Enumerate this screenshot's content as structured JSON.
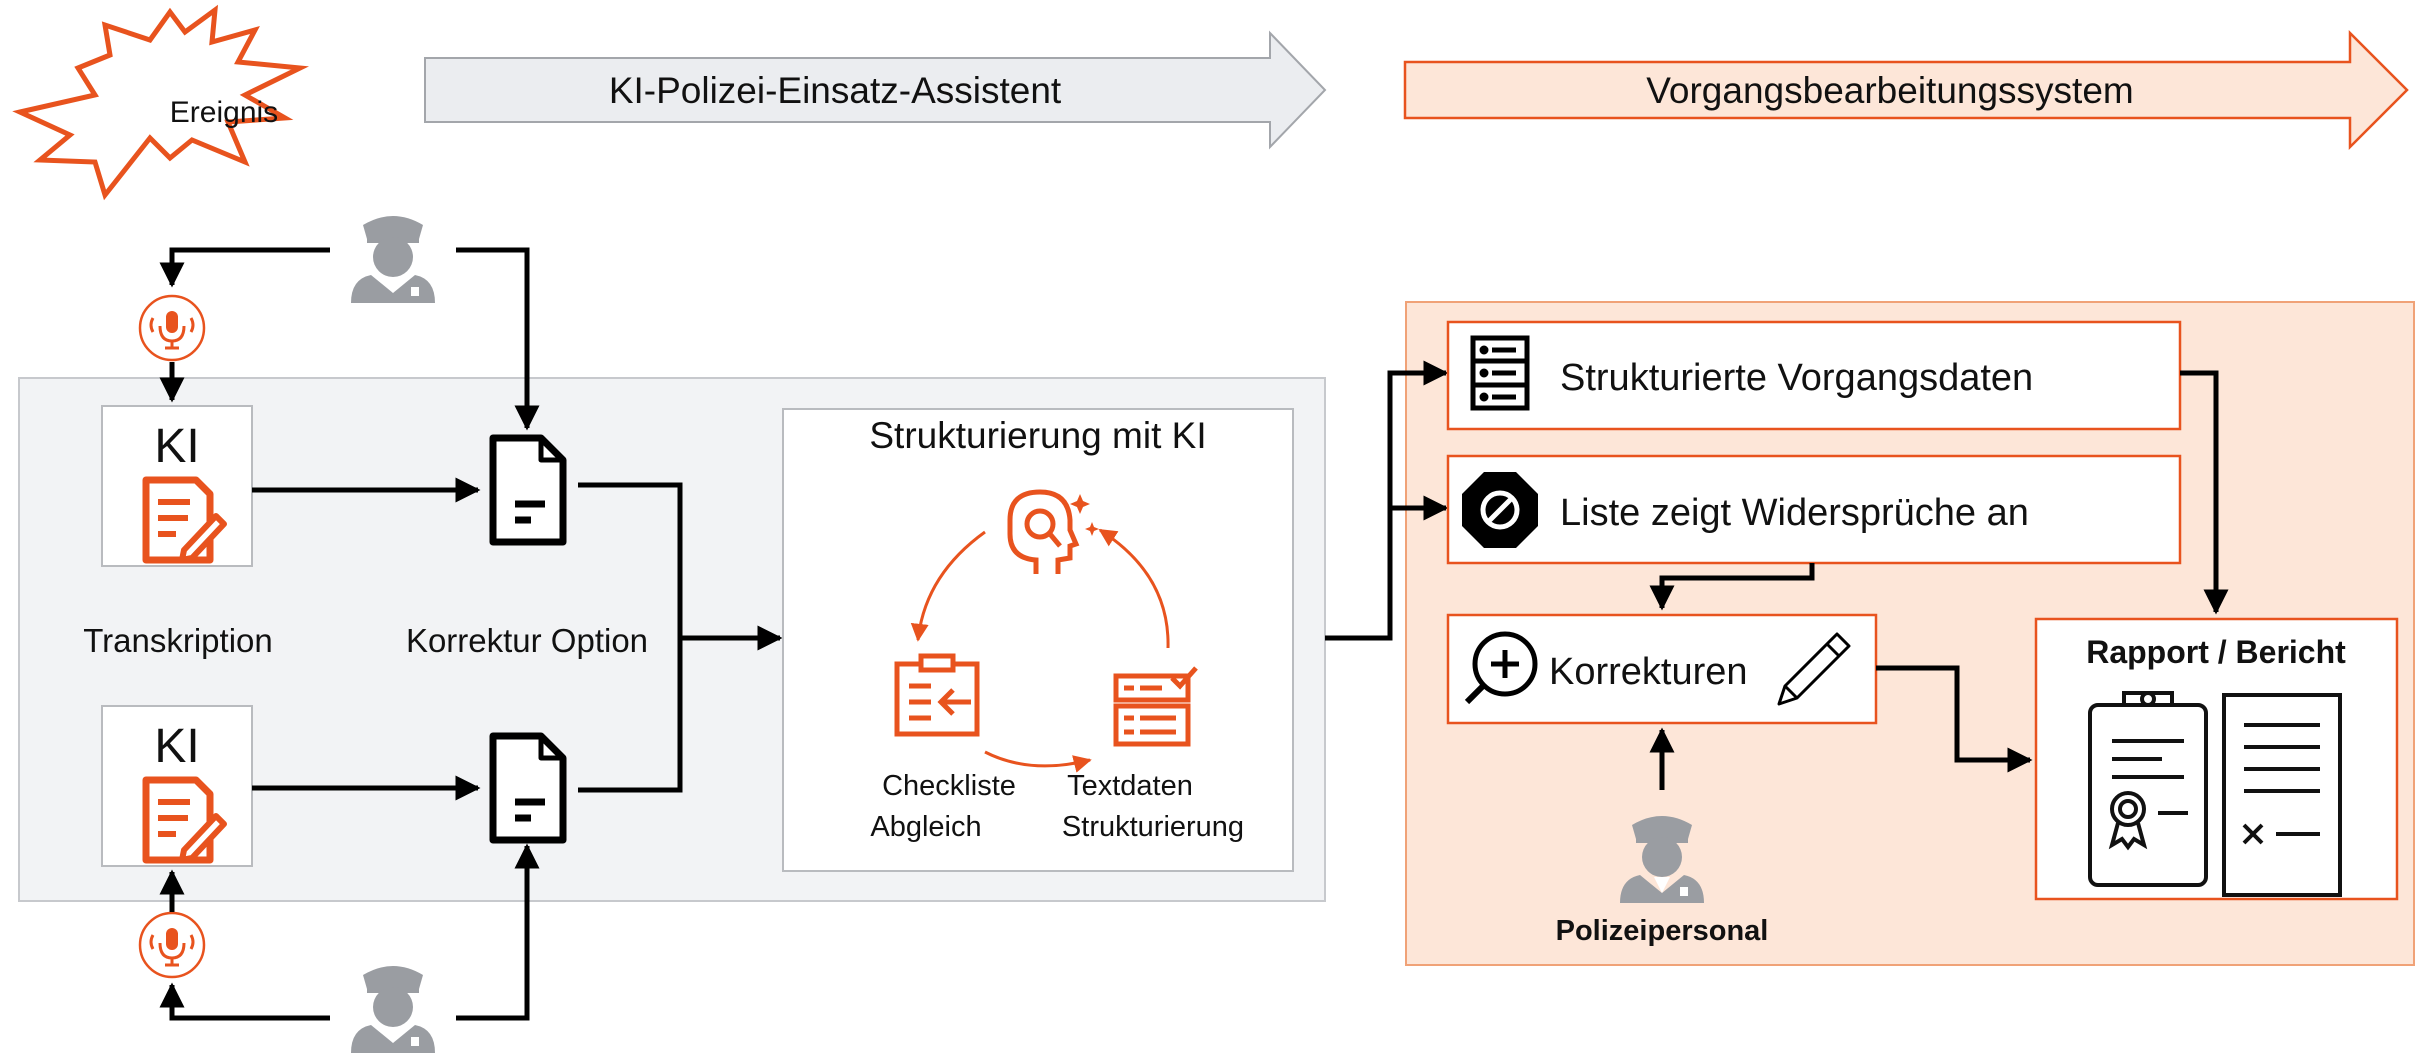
{
  "event": {
    "label": "Ereignis"
  },
  "phases": {
    "assistant": "KI-Polizei-Einsatz-Assistent",
    "system": "Vorgangsbearbeitungssystem"
  },
  "left": {
    "ki_top": "KI",
    "ki_bottom": "KI",
    "transcription": "Transkription",
    "correction_option": "Korrektur Option"
  },
  "structuring": {
    "title": "Strukturierung mit KI",
    "checklist_line1": "Checkliste",
    "checklist_line2": "Abgleich",
    "textdata_line1": "Textdaten",
    "textdata_line2": "Strukturierung"
  },
  "right": {
    "structured_data": "Strukturierte Vorgangsdaten",
    "contradictions": "Liste zeigt Widersprüche an",
    "corrections": "Korrekturen",
    "report_title": "Rapport / Bericht",
    "staff": "Polizeipersonal"
  },
  "colors": {
    "accent": "#e8531e",
    "accent_fill": "#fde6d8",
    "grey_panel": "#f2f3f5",
    "officer": "#9a9da2",
    "line": "#000000"
  },
  "icons": [
    "explosion-icon",
    "officer-icon",
    "microphone-icon",
    "document-edit-icon",
    "document-icon",
    "ai-head-icon",
    "checklist-icon",
    "form-check-icon",
    "server-list-icon",
    "prohibited-icon",
    "zoom-in-icon",
    "pencil-icon",
    "clipboard-certificate-icon",
    "report-icon"
  ]
}
